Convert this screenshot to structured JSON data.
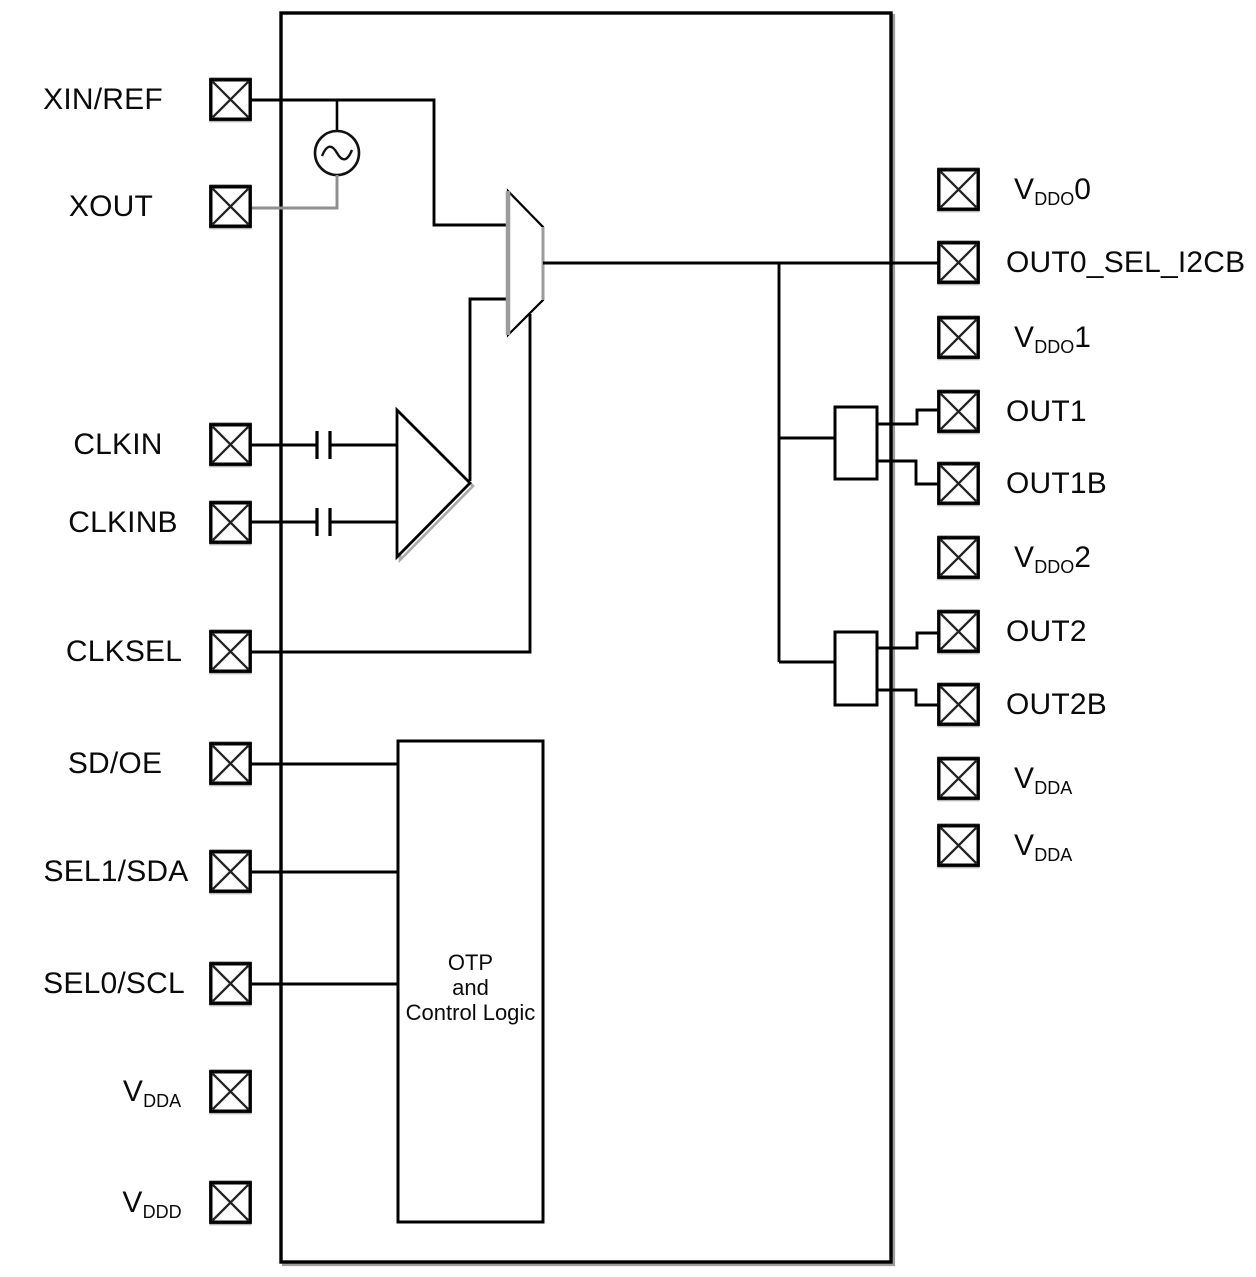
{
  "diagram_title": "Clock generator IC block diagram",
  "colors": {
    "background": "#ffffff",
    "line": "#000000",
    "gray_wire": "#8f8f8f",
    "shadow": "#b4b4b4",
    "text": "#0a0a0a"
  },
  "otp_box": {
    "lines": [
      "OTP",
      "and",
      "Control Logic"
    ]
  },
  "symbols": {
    "oscillator": "sine-wave-source",
    "mux": "input-multiplexer",
    "amplifier": "clock-input-amplifier",
    "capacitors": "ac-coupling-capacitors",
    "buffers": "output-driver-blocks"
  },
  "pins": {
    "left": [
      {
        "name": "xin-ref",
        "pre": "XIN/REF",
        "sub": "",
        "post": ""
      },
      {
        "name": "xout",
        "pre": "XOUT",
        "sub": "",
        "post": ""
      },
      {
        "name": "clkin",
        "pre": "CLKIN",
        "sub": "",
        "post": ""
      },
      {
        "name": "clkinb",
        "pre": "CLKINB",
        "sub": "",
        "post": ""
      },
      {
        "name": "clksel",
        "pre": "CLKSEL",
        "sub": "",
        "post": ""
      },
      {
        "name": "sd-oe",
        "pre": "SD/OE",
        "sub": "",
        "post": ""
      },
      {
        "name": "sel1-sda",
        "pre": "SEL1/SDA",
        "sub": "",
        "post": ""
      },
      {
        "name": "sel0-scl",
        "pre": "SEL0/SCL",
        "sub": "",
        "post": ""
      },
      {
        "name": "vdda",
        "pre": "V",
        "sub": "DDA",
        "post": ""
      },
      {
        "name": "vddd",
        "pre": "V",
        "sub": "DDD",
        "post": ""
      }
    ],
    "right": [
      {
        "name": "vddo0",
        "pre": "V",
        "sub": "DDO",
        "post": "0"
      },
      {
        "name": "out0-sel-i2cb",
        "pre": "OUT0_SEL_I2CB",
        "sub": "",
        "post": ""
      },
      {
        "name": "vddo1",
        "pre": "V",
        "sub": "DDO",
        "post": "1"
      },
      {
        "name": "out1",
        "pre": "OUT1",
        "sub": "",
        "post": ""
      },
      {
        "name": "out1b",
        "pre": "OUT1B",
        "sub": "",
        "post": ""
      },
      {
        "name": "vddo2",
        "pre": "V",
        "sub": "DDO",
        "post": "2"
      },
      {
        "name": "out2",
        "pre": "OUT2",
        "sub": "",
        "post": ""
      },
      {
        "name": "out2b",
        "pre": "OUT2B",
        "sub": "",
        "post": ""
      },
      {
        "name": "vdda-1",
        "pre": "V",
        "sub": "DDA",
        "post": ""
      },
      {
        "name": "vdda-2",
        "pre": "V",
        "sub": "DDA",
        "post": ""
      }
    ]
  }
}
